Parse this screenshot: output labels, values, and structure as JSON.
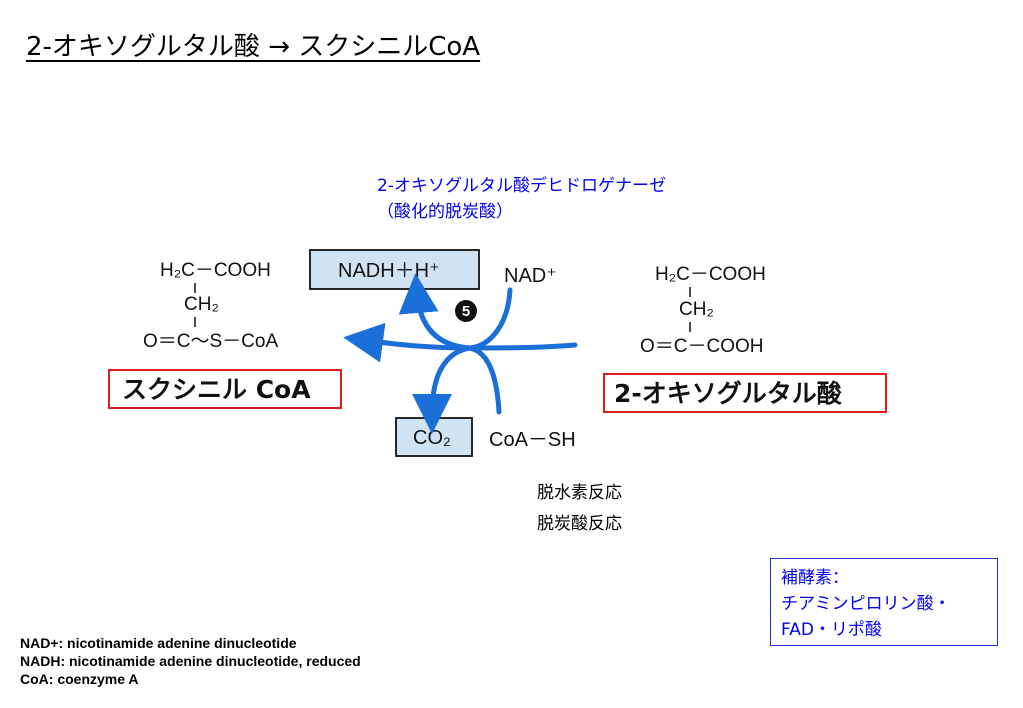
{
  "title": "2-オキソグルタル酸 → スクシニルCoA",
  "enzyme": {
    "name": "2-オキソグルタル酸デヒドロゲナーゼ",
    "type": "（酸化的脱炭酸）"
  },
  "diagram": {
    "succinyl": {
      "line1": "H₂C－COOH",
      "line2": "CH₂",
      "line3": "O＝C～S－CoA",
      "label": "スクシニル CoA"
    },
    "oxoglutarate": {
      "line1": "H₂C－COOH",
      "line2": "CH₂",
      "line3": "O＝C－COOH",
      "label": "2-オキソグルタル酸"
    },
    "nadh": "NADH＋H⁺",
    "nad": "NAD⁺",
    "co2": "CO₂",
    "coash": "CoA－SH",
    "step": "5"
  },
  "reactions": [
    "脱水素反応",
    "脱炭酸反応"
  ],
  "cofactors": {
    "heading": "補酵素：",
    "line1": "チアミンピロリン酸・",
    "line2": "FAD・リポ酸"
  },
  "glossary": [
    "NAD+:  nicotinamide adenine dinucleotide",
    "NADH:  nicotinamide adenine dinucleotide, reduced",
    "CoA: coenzyme A"
  ],
  "colors": {
    "arrow": "#1a6fd8",
    "label_border": "#d92020",
    "box_fill": "#cfe3f3",
    "blue_text": "#0000ee"
  }
}
